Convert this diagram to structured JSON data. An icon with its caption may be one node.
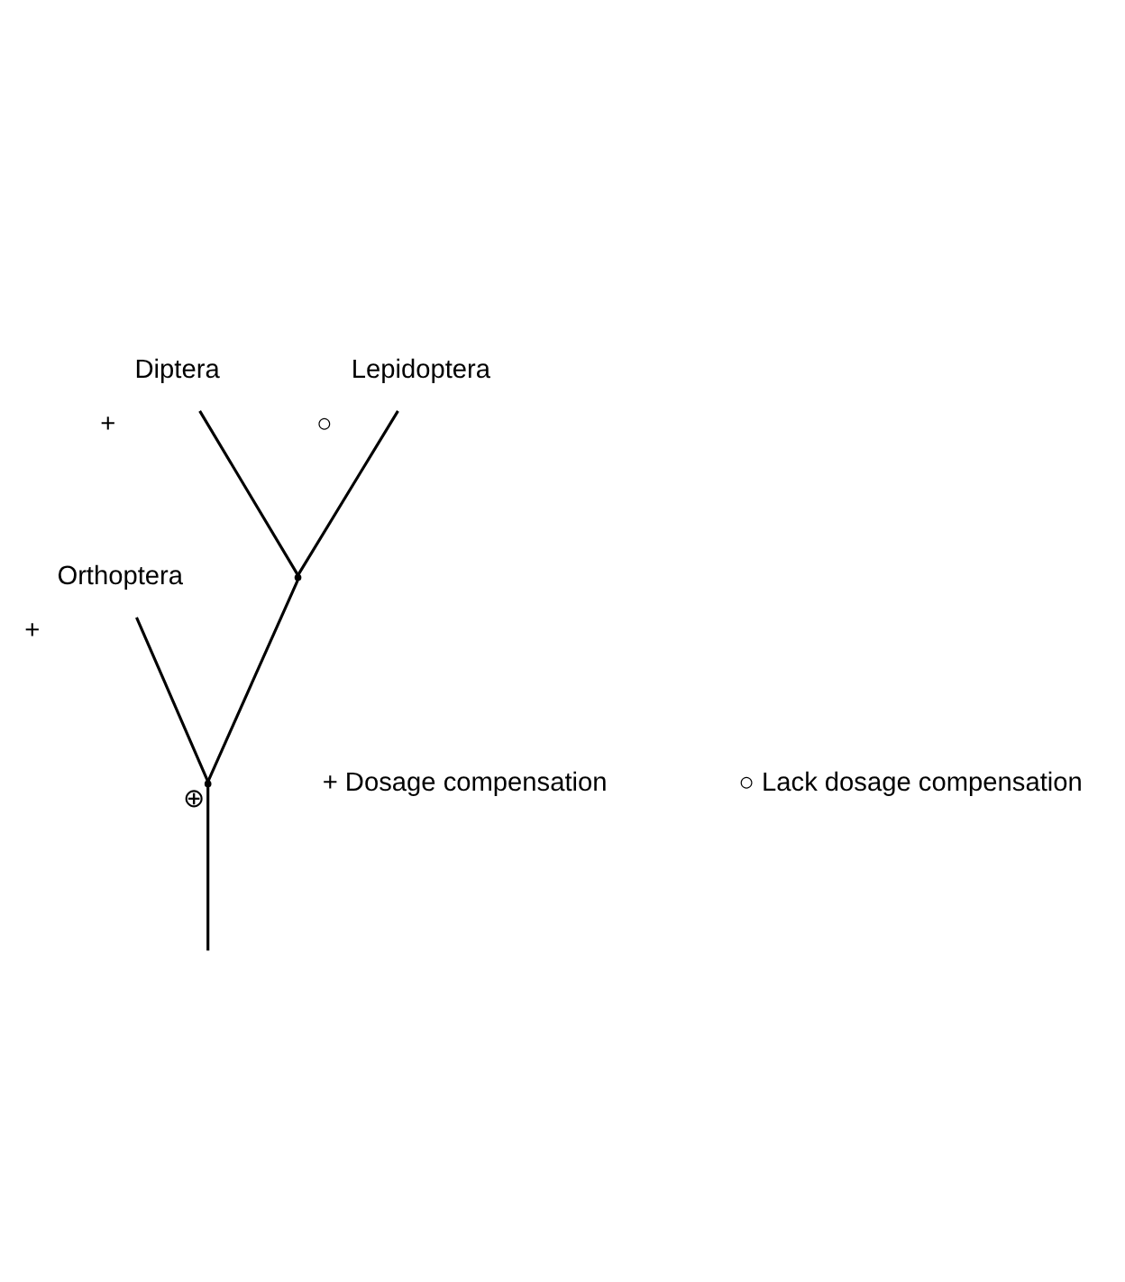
{
  "diagram": {
    "nodes": [
      {
        "text": [
          "Orthoptera"
        ],
        "beside": [
          "+"
        ]
      },
      {
        "text": [
          "Diptera"
        ],
        "beside": [
          "+"
        ]
      },
      {
        "text": [
          "Lepidoptera"
        ],
        "beside": [
          "○"
        ]
      },
      {
        "text": [],
        "shape": "point"
      },
      {
        "text": [],
        "shape": "point",
        "beside": [
          "⊕"
        ]
      }
    ],
    "edges": [
      {
        "from": null,
        "to": 4,
        "arrow": "none"
      },
      {
        "from": 4,
        "to": 0,
        "arrow": "none"
      },
      {
        "from": 4,
        "to": 3,
        "arrow": "none"
      },
      {
        "from": 3,
        "to": 1,
        "arrow": "none"
      },
      {
        "from": 3,
        "to": 2,
        "arrow": "none"
      }
    ],
    "labels": [
      "+ Dosage compensation",
      "○ Lack dosage compensation"
    ]
  }
}
